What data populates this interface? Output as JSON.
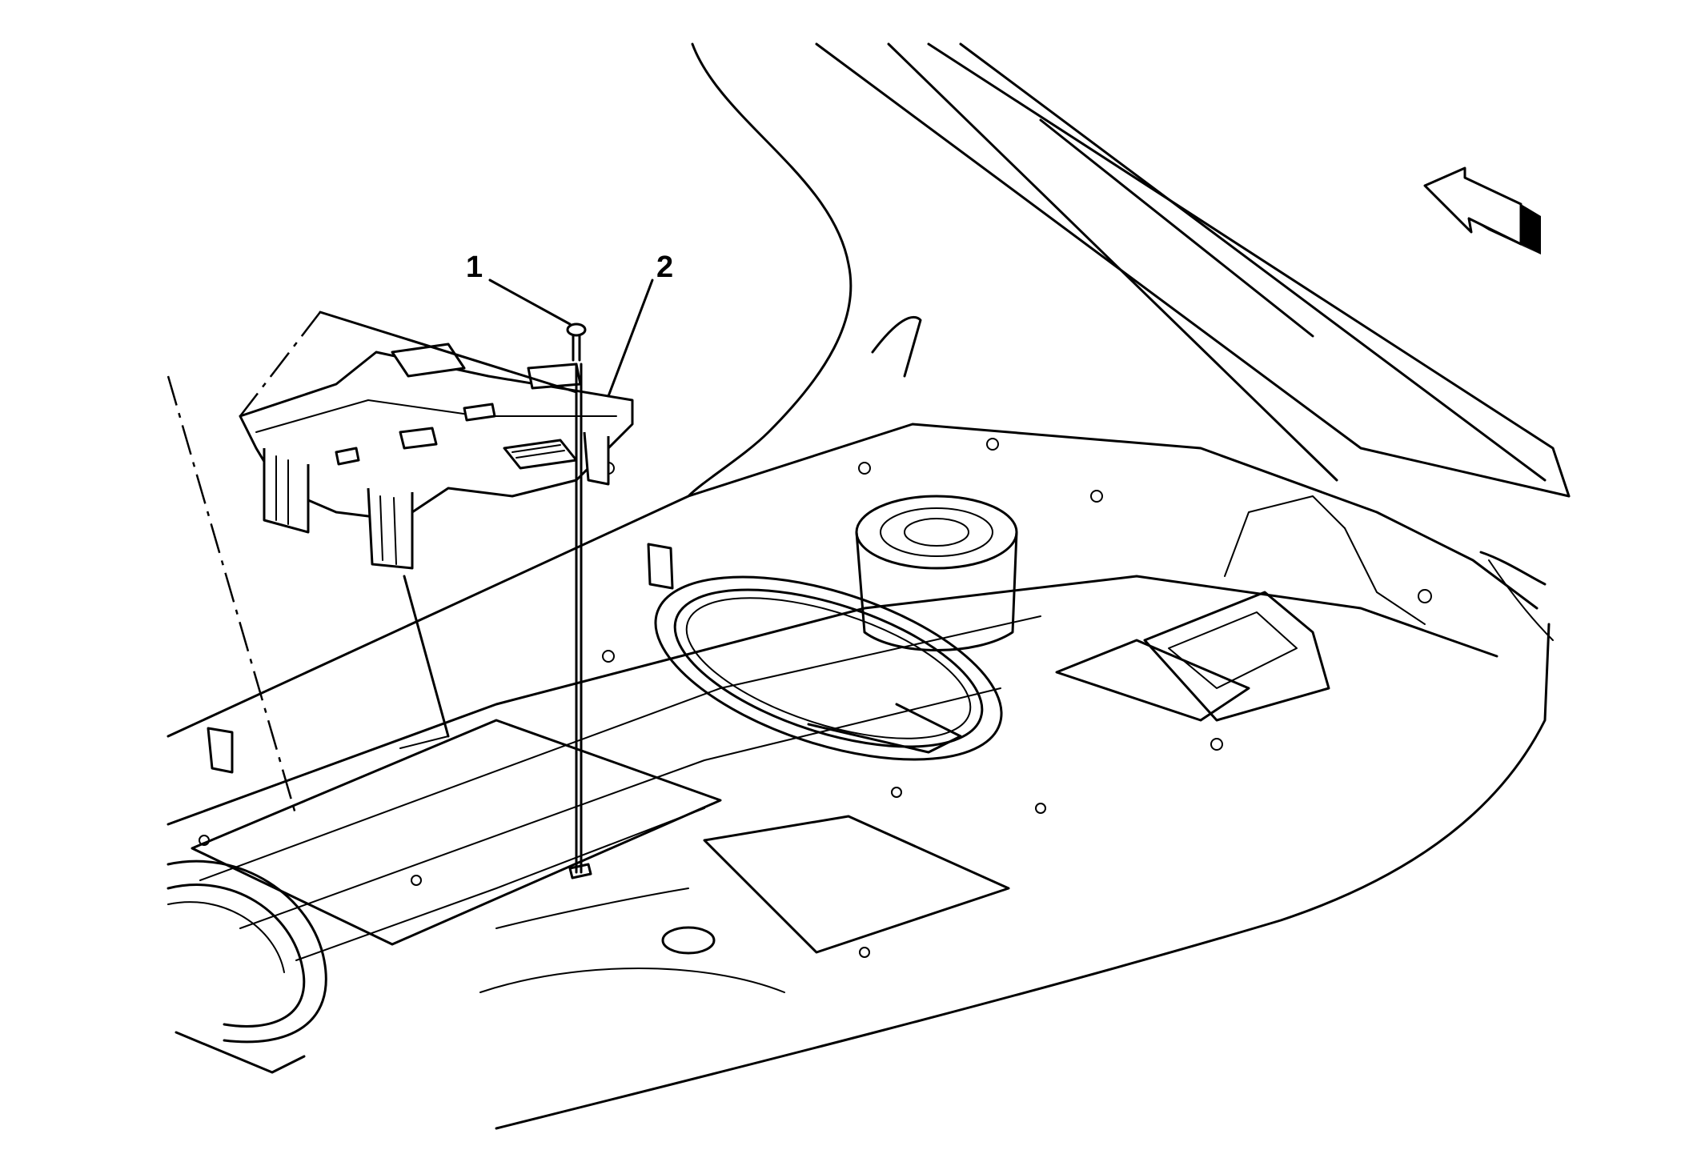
{
  "diagram": {
    "callouts": [
      {
        "id": "1",
        "label": "1"
      },
      {
        "id": "2",
        "label": "2"
      }
    ],
    "icons": {
      "direction_arrow": "forward-arrow-icon"
    }
  }
}
